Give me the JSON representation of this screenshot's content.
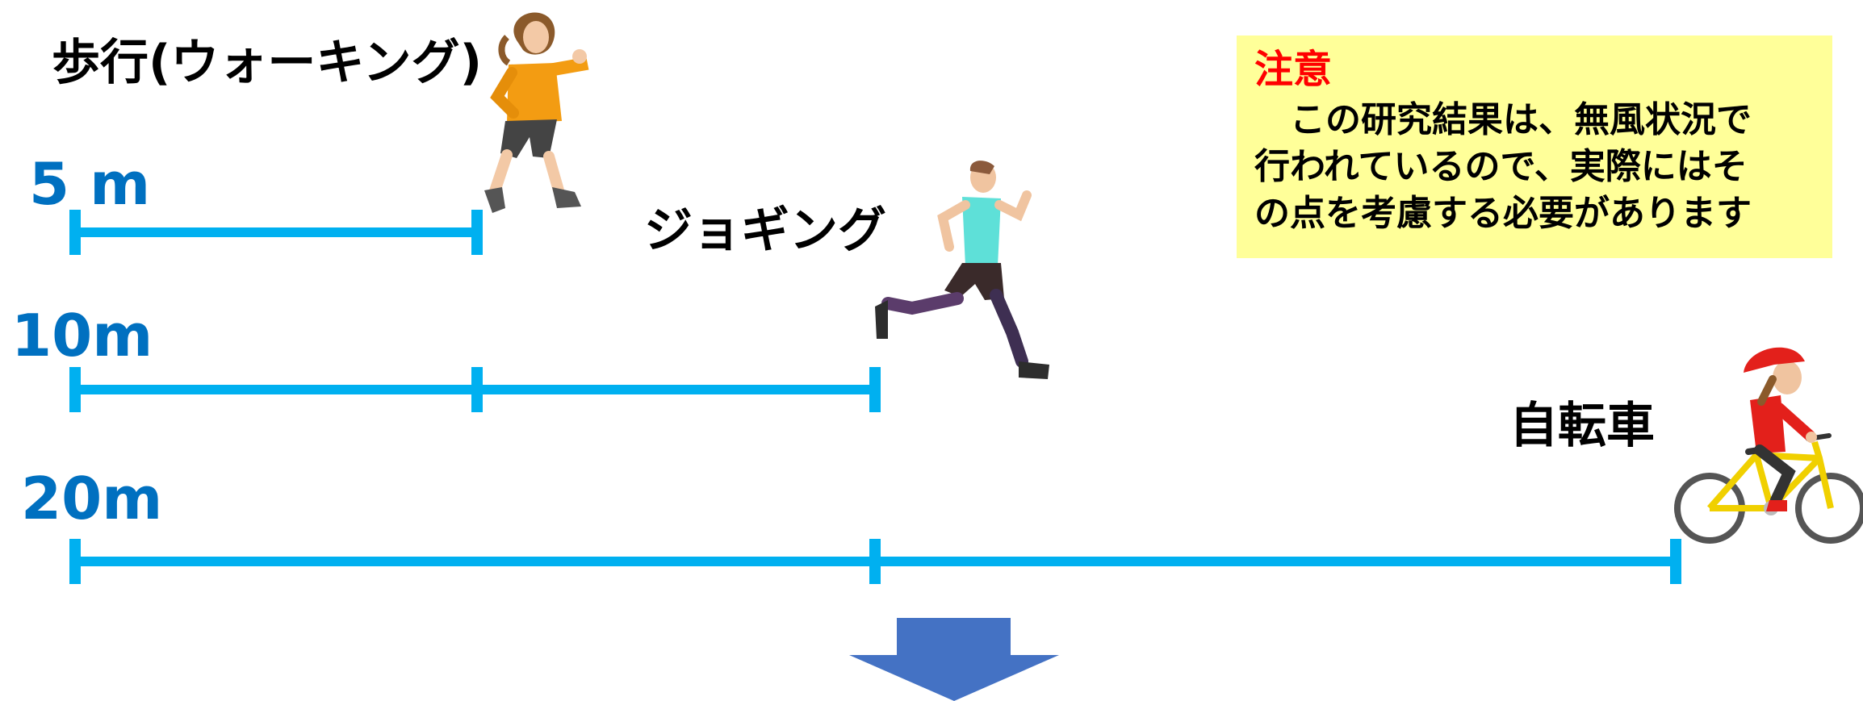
{
  "labels": {
    "walking": "歩行(ウォーキング)",
    "jogging": "ジョギング",
    "cycling": "自転車"
  },
  "distances": {
    "d5": "5 m",
    "d10": "10m",
    "d20": "20m"
  },
  "note": {
    "title": "注意",
    "lines": [
      "　この研究結果は、無風状況で",
      "行われているので、実際にはそ",
      "の点を考慮する必要があります"
    ]
  },
  "colors": {
    "bar": "#00b0f0",
    "distance_text": "#0070c0",
    "note_bg": "#ffff99",
    "note_title": "#ff0000",
    "arrow": "#4472c4"
  },
  "icons": {
    "walker": "walking-woman-icon",
    "runner": "running-man-icon",
    "cyclist": "cyclist-icon",
    "arrow": "down-arrow-icon"
  }
}
